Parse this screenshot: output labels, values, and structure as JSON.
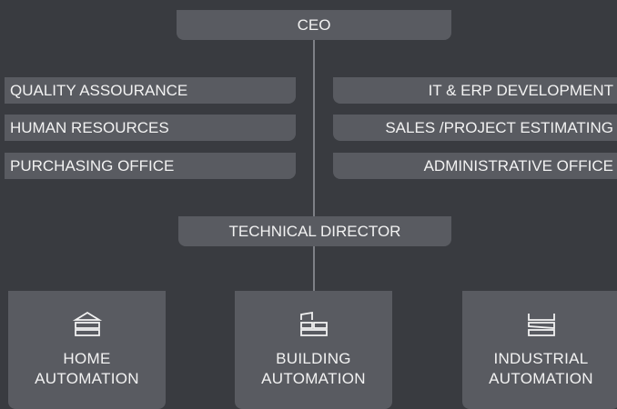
{
  "colors": {
    "background": "#393b40",
    "box": "#595b61",
    "connector": "#7e8086",
    "text": "#f2f2f2"
  },
  "chart": {
    "ceo": "CEO",
    "left_departments": [
      "QUALITY ASSOURANCE",
      "HUMAN RESOURCES",
      "PURCHASING OFFICE"
    ],
    "right_departments": [
      "IT & ERP DEVELOPMENT",
      "SALES /PROJECT  ESTIMATING",
      "ADMINISTRATIVE OFFICE"
    ],
    "technical_director": "TECHNICAL DIRECTOR",
    "divisions": [
      {
        "line1": "HOME",
        "line2": "AUTOMATION",
        "icon": "house-icon"
      },
      {
        "line1": "BUILDING",
        "line2": "AUTOMATION",
        "icon": "building-icon"
      },
      {
        "line1": "INDUSTRIAL",
        "line2": "AUTOMATION",
        "icon": "factory-icon"
      }
    ]
  }
}
